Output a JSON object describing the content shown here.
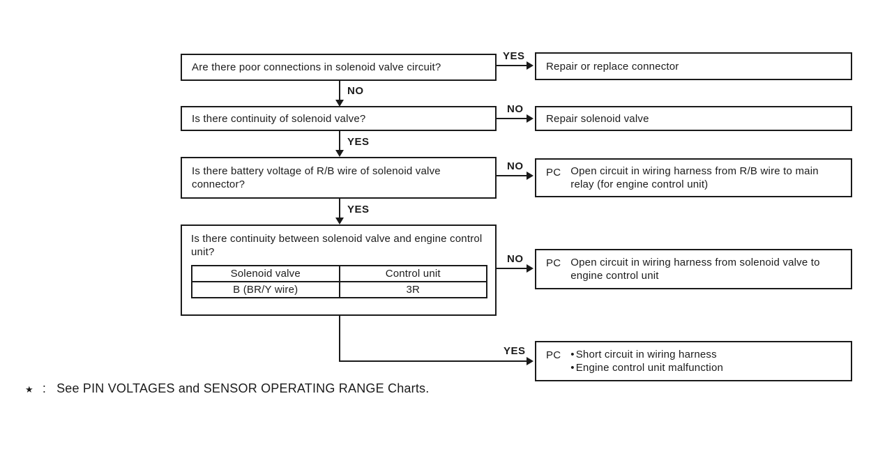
{
  "page": {
    "background": "#ffffff",
    "ink": "#1a1a1a"
  },
  "flow": {
    "questions": {
      "q1": {
        "text": "Are there poor connections in solenoid valve circuit?"
      },
      "q2": {
        "text": "Is there continuity of solenoid valve?"
      },
      "q3": {
        "text": "Is there battery voltage of R/B wire of solenoid valve connector?"
      },
      "q4": {
        "text": "Is there continuity between solenoid valve and engine control unit?",
        "table": {
          "headers": [
            "Solenoid valve",
            "Control unit"
          ],
          "rows": [
            [
              "B (BR/Y wire)",
              "3R"
            ]
          ]
        }
      }
    },
    "results": {
      "r1": {
        "text": "Repair or replace connector"
      },
      "r2": {
        "text": "Repair solenoid valve"
      },
      "r3": {
        "prefix": "PC",
        "text": "Open circuit in wiring harness from R/B wire to main relay (for engine control unit)"
      },
      "r4": {
        "prefix": "PC",
        "text": "Open circuit in wiring harness from solenoid valve to engine control unit"
      },
      "r5": {
        "prefix": "PC",
        "bullet_char": "•",
        "bullets": [
          "Short circuit in wiring harness",
          "Engine control unit malfunction"
        ]
      }
    },
    "connectors": {
      "q1_r1": "YES",
      "q1_q2": "NO",
      "q2_r2": "NO",
      "q2_q3": "YES",
      "q3_r3": "NO",
      "q3_q4": "YES",
      "q4_r4": "NO",
      "q4_r5": "YES"
    }
  },
  "footnote": {
    "symbol": "★",
    "separator": ":",
    "text": "See PIN VOLTAGES and SENSOR OPERATING RANGE Charts."
  }
}
